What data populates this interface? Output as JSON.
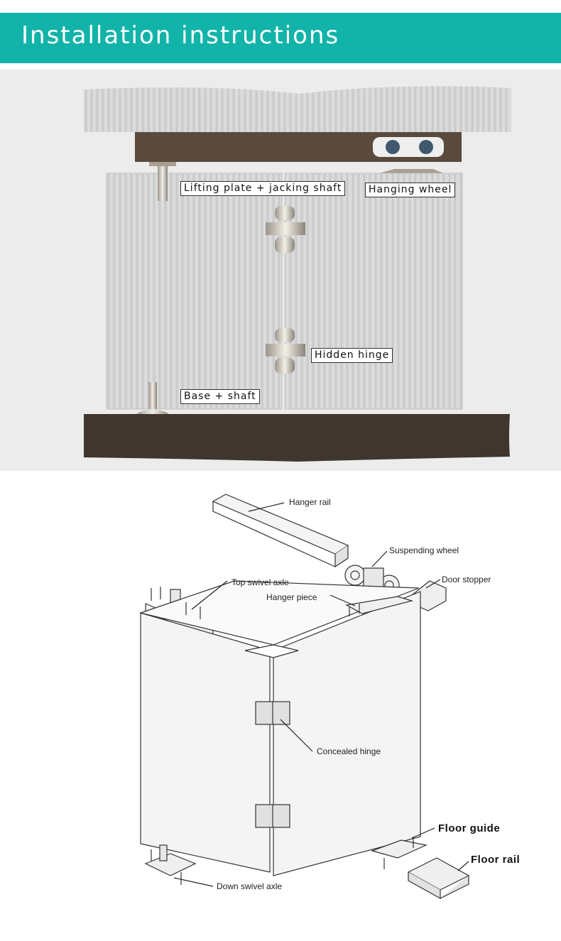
{
  "header": {
    "title": "Installation instructions"
  },
  "photo_labels": {
    "lifting": "Lifting plate + jacking shaft",
    "hanging_wheel": "Hanging wheel",
    "hidden_hinge": "Hidden hinge",
    "base_shaft": "Base + shaft"
  },
  "diagram_labels": {
    "hanger_rail": "Hanger rail",
    "suspending_wheel": "Suspending wheel",
    "door_stopper": "Door stopper",
    "top_swivel_axle": "Top swivel axle",
    "hanger_piece": "Hanger piece",
    "concealed_hinge": "Concealed hinge",
    "floor_guide": "Floor guide",
    "floor_rail": "Floor rail",
    "down_swivel_axle": "Down swivel axle"
  },
  "colors": {
    "header": "#12b3a9",
    "frame_brown": "#5a4a3c",
    "floor_brown": "#3f362d",
    "panel_gray": "#d8d8d8"
  }
}
